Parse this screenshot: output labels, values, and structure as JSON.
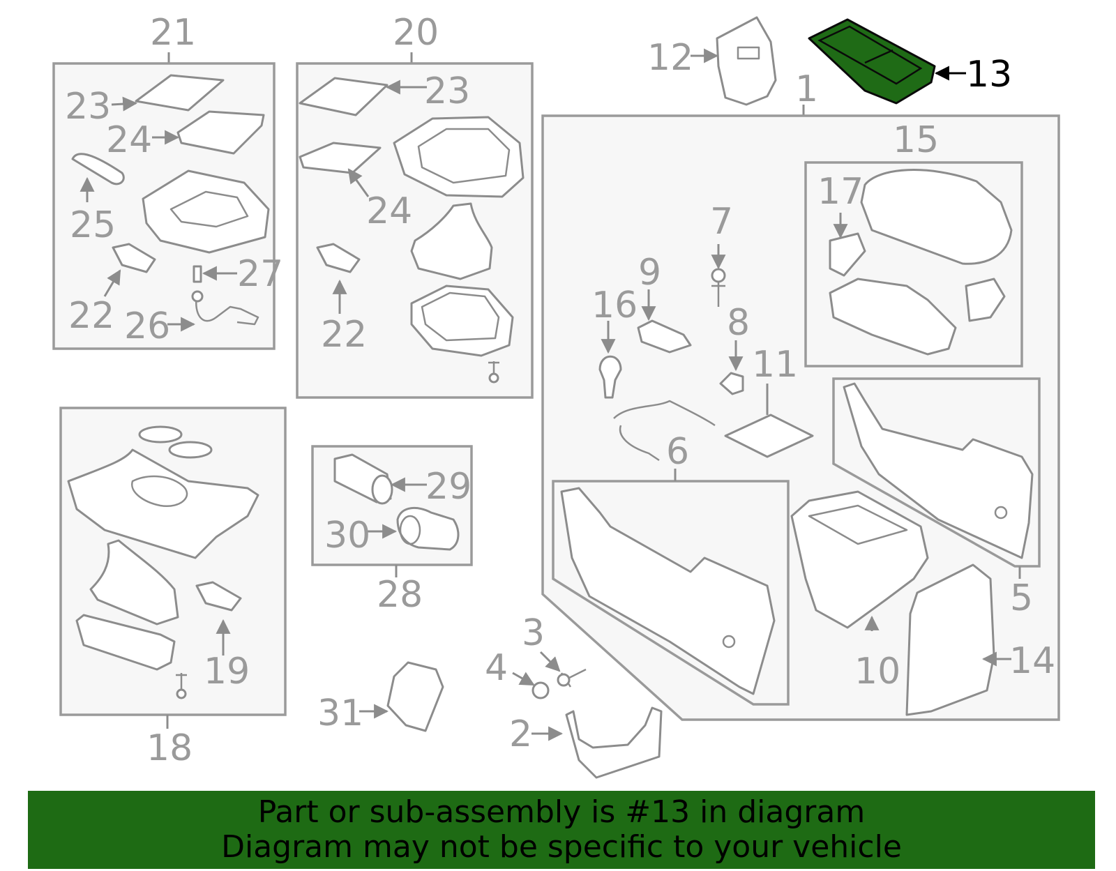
{
  "callouts": {
    "c1": "1",
    "c2": "2",
    "c3": "3",
    "c4": "4",
    "c5": "5",
    "c6": "6",
    "c7": "7",
    "c8": "8",
    "c9": "9",
    "c10": "10",
    "c11": "11",
    "c12": "12",
    "c13": "13",
    "c14": "14",
    "c15": "15",
    "c16": "16",
    "c17": "17",
    "c18": "18",
    "c19": "19",
    "c20": "20",
    "c21": "21",
    "c22": "22",
    "c23": "23",
    "c24": "24",
    "c25": "25",
    "c26": "26",
    "c27": "27",
    "c28": "28",
    "c29": "29",
    "c30": "30",
    "c31": "31"
  },
  "highlighted_part": "13",
  "colors": {
    "highlight": "#1e6b14",
    "line": "#8c8c8c",
    "text": "#000000"
  },
  "banner": {
    "line1": "Part or sub-assembly is #13 in diagram",
    "line2": "Diagram may not be specific to your vehicle"
  }
}
